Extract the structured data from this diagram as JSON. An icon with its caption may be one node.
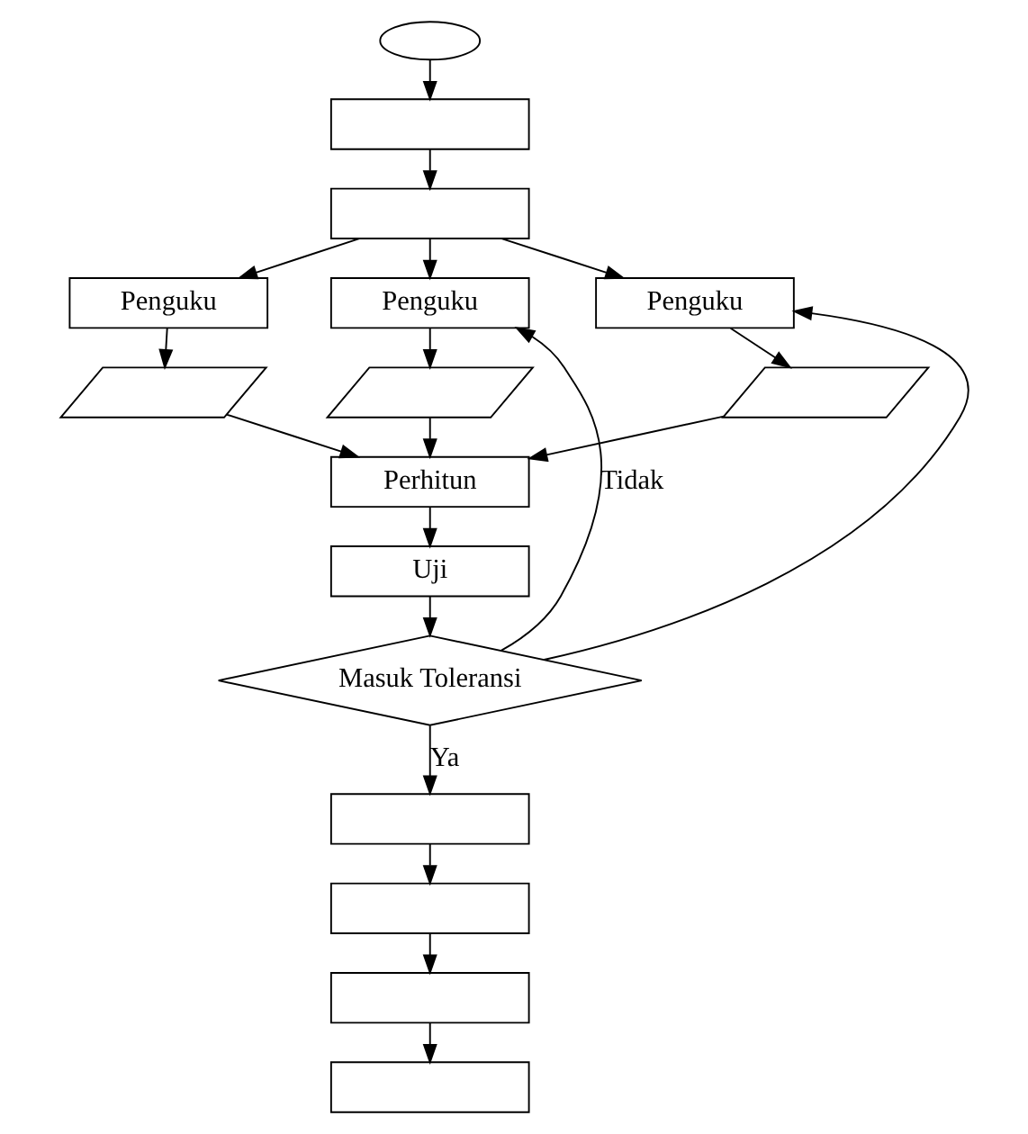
{
  "diagram": {
    "nodes": [
      {
        "text": [],
        "shape": "ellipse"
      },
      {
        "text": [],
        "shape": "box"
      },
      {
        "text": [],
        "shape": "box"
      },
      {
        "text": [
          "Penguku"
        ]
      },
      {
        "text": [
          "Penguku"
        ]
      },
      {
        "text": [
          "Penguku"
        ]
      },
      {
        "text": [],
        "shape": "parallelogram"
      },
      {
        "text": [],
        "shape": "parallelogram"
      },
      {
        "text": [],
        "shape": "parallelogram"
      },
      {
        "text": [
          "Perhitun"
        ]
      },
      {
        "text": [
          "Uji"
        ]
      },
      {
        "text": [
          "Masuk Toleransi"
        ]
      },
      {
        "text": [],
        "shape": "box"
      },
      {
        "text": [],
        "shape": "box"
      },
      {
        "text": [],
        "shape": "box"
      },
      {
        "text": [],
        "shape": "box"
      }
    ],
    "edges": [
      {
        "from": 0,
        "to": 1,
        "arrow": "to"
      },
      {
        "from": 1,
        "to": 2,
        "arrow": "to"
      },
      {
        "from": 2,
        "to": 3,
        "arrow": "to"
      },
      {
        "from": 2,
        "to": 4,
        "arrow": "to"
      },
      {
        "from": 2,
        "to": 5,
        "arrow": "to"
      },
      {
        "from": 3,
        "to": 6,
        "arrow": "to"
      },
      {
        "from": 4,
        "to": 7,
        "arrow": "to"
      },
      {
        "from": 5,
        "to": 8,
        "arrow": "to"
      },
      {
        "from": 6,
        "to": 9,
        "arrow": "to"
      },
      {
        "from": 7,
        "to": 9,
        "arrow": "to"
      },
      {
        "from": 8,
        "to": 9,
        "arrow": "to"
      },
      {
        "from": 9,
        "to": 10,
        "arrow": "to"
      },
      {
        "from": 10,
        "to": 11,
        "arrow": "to"
      },
      {
        "from": 11,
        "to": 4,
        "arrow": "to",
        "label": "Tidak"
      },
      {
        "from": 11,
        "to": 5,
        "arrow": "to"
      },
      {
        "from": 11,
        "to": 12,
        "arrow": "to",
        "label": "Ya"
      },
      {
        "from": 12,
        "to": 13,
        "arrow": "to"
      },
      {
        "from": 13,
        "to": 14,
        "arrow": "to"
      },
      {
        "from": 14,
        "to": 15,
        "arrow": "to"
      }
    ]
  }
}
